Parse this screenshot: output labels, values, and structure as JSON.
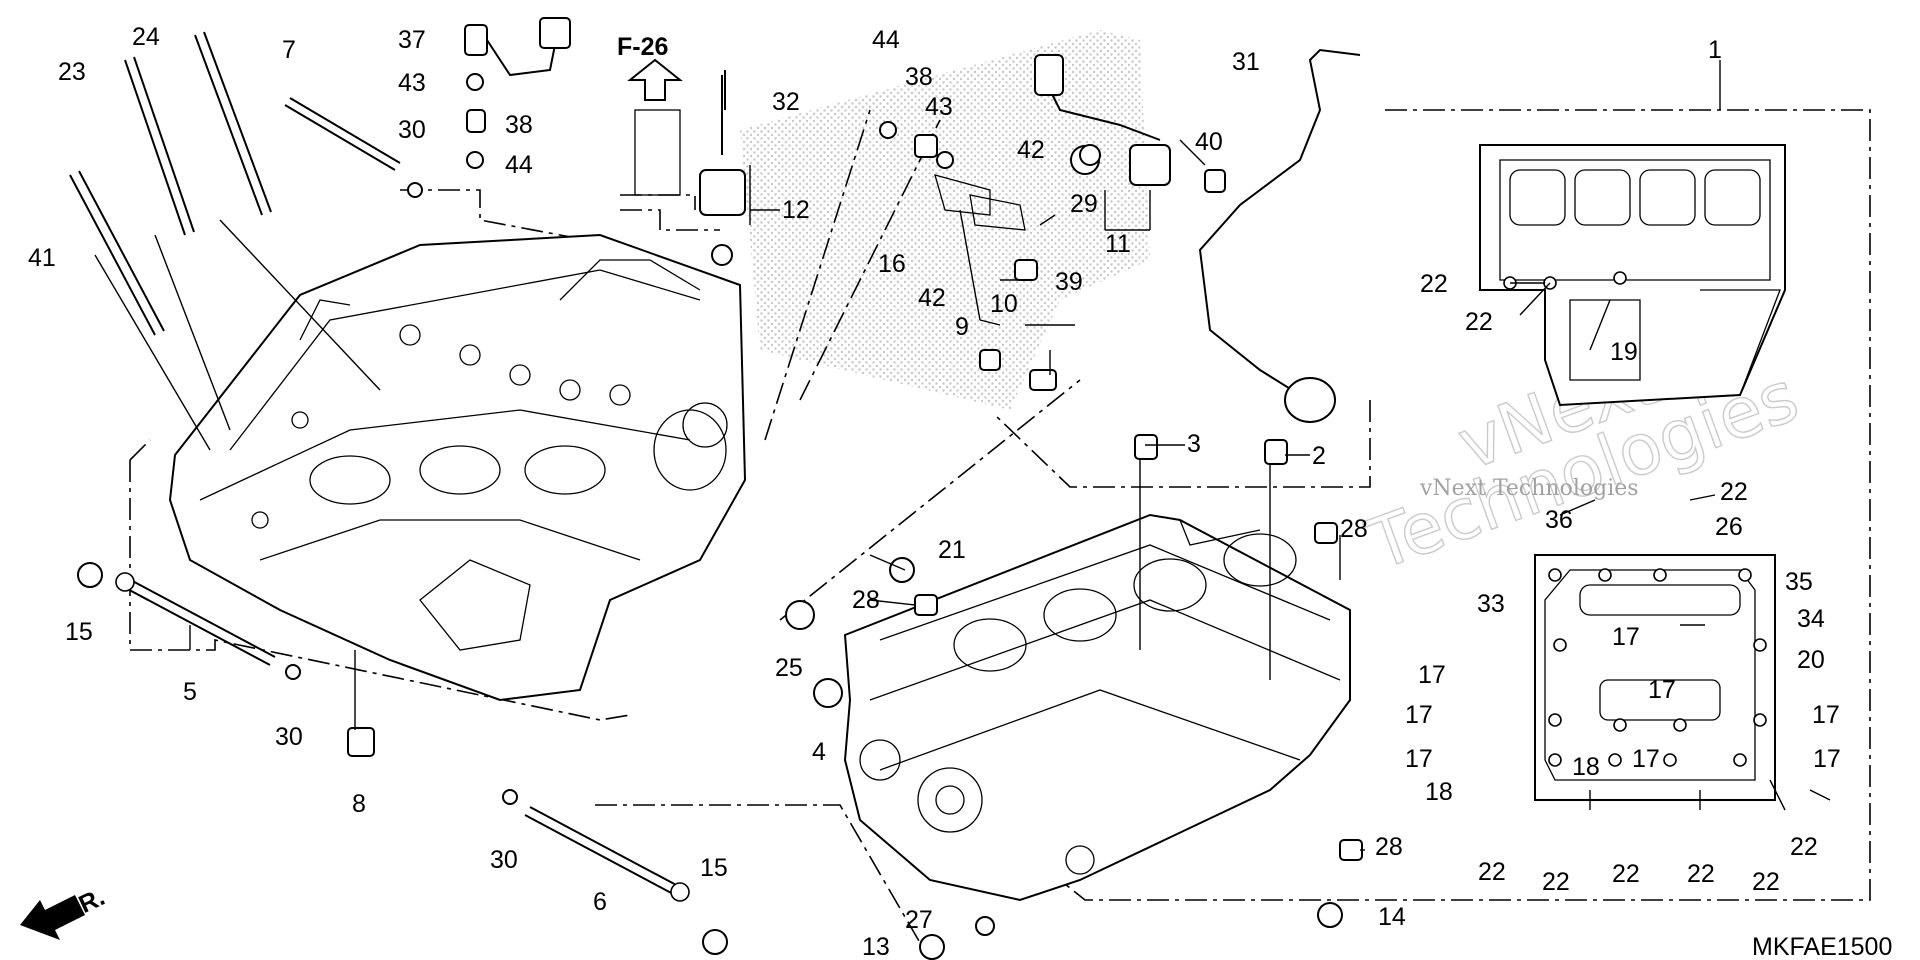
{
  "diagram": {
    "section_label": "F-26",
    "direction_label": "FR.",
    "diagram_code": "MKFAE1500",
    "watermark": {
      "line1": "vNext",
      "line2": "Technologies",
      "line3": "vNext Technologies"
    },
    "callouts": [
      {
        "id": "c1",
        "text": "1"
      },
      {
        "id": "c2",
        "text": "2"
      },
      {
        "id": "c3",
        "text": "3"
      },
      {
        "id": "c4",
        "text": "4"
      },
      {
        "id": "c5",
        "text": "5"
      },
      {
        "id": "c6",
        "text": "6"
      },
      {
        "id": "c7",
        "text": "7"
      },
      {
        "id": "c8",
        "text": "8"
      },
      {
        "id": "c9",
        "text": "9"
      },
      {
        "id": "c10",
        "text": "10"
      },
      {
        "id": "c11",
        "text": "11"
      },
      {
        "id": "c12",
        "text": "12"
      },
      {
        "id": "c13",
        "text": "13"
      },
      {
        "id": "c14",
        "text": "14"
      },
      {
        "id": "c15a",
        "text": "15"
      },
      {
        "id": "c15b",
        "text": "15"
      },
      {
        "id": "c16",
        "text": "16"
      },
      {
        "id": "c17a",
        "text": "17"
      },
      {
        "id": "c17b",
        "text": "17"
      },
      {
        "id": "c17c",
        "text": "17"
      },
      {
        "id": "c17d",
        "text": "17"
      },
      {
        "id": "c17e",
        "text": "17"
      },
      {
        "id": "c17f",
        "text": "17"
      },
      {
        "id": "c17g",
        "text": "17"
      },
      {
        "id": "c17h",
        "text": "17"
      },
      {
        "id": "c18a",
        "text": "18"
      },
      {
        "id": "c18b",
        "text": "18"
      },
      {
        "id": "c19",
        "text": "19"
      },
      {
        "id": "c20",
        "text": "20"
      },
      {
        "id": "c21",
        "text": "21"
      },
      {
        "id": "c22a",
        "text": "22"
      },
      {
        "id": "c22b",
        "text": "22"
      },
      {
        "id": "c22c",
        "text": "22"
      },
      {
        "id": "c22d",
        "text": "22"
      },
      {
        "id": "c22e",
        "text": "22"
      },
      {
        "id": "c22f",
        "text": "22"
      },
      {
        "id": "c22g",
        "text": "22"
      },
      {
        "id": "c22h",
        "text": "22"
      },
      {
        "id": "c22i",
        "text": "22"
      },
      {
        "id": "c23",
        "text": "23"
      },
      {
        "id": "c24",
        "text": "24"
      },
      {
        "id": "c25",
        "text": "25"
      },
      {
        "id": "c26",
        "text": "26"
      },
      {
        "id": "c27",
        "text": "27"
      },
      {
        "id": "c28a",
        "text": "28"
      },
      {
        "id": "c28b",
        "text": "28"
      },
      {
        "id": "c28c",
        "text": "28"
      },
      {
        "id": "c29",
        "text": "29"
      },
      {
        "id": "c30a",
        "text": "30"
      },
      {
        "id": "c30b",
        "text": "30"
      },
      {
        "id": "c30c",
        "text": "30"
      },
      {
        "id": "c31",
        "text": "31"
      },
      {
        "id": "c32",
        "text": "32"
      },
      {
        "id": "c33",
        "text": "33"
      },
      {
        "id": "c34",
        "text": "34"
      },
      {
        "id": "c35",
        "text": "35"
      },
      {
        "id": "c36",
        "text": "36"
      },
      {
        "id": "c37",
        "text": "37"
      },
      {
        "id": "c38a",
        "text": "38"
      },
      {
        "id": "c38b",
        "text": "38"
      },
      {
        "id": "c39",
        "text": "39"
      },
      {
        "id": "c40",
        "text": "40"
      },
      {
        "id": "c41",
        "text": "41"
      },
      {
        "id": "c42a",
        "text": "42"
      },
      {
        "id": "c42b",
        "text": "42"
      },
      {
        "id": "c43a",
        "text": "43"
      },
      {
        "id": "c43b",
        "text": "43"
      },
      {
        "id": "c44a",
        "text": "44"
      },
      {
        "id": "c44b",
        "text": "44"
      }
    ]
  }
}
